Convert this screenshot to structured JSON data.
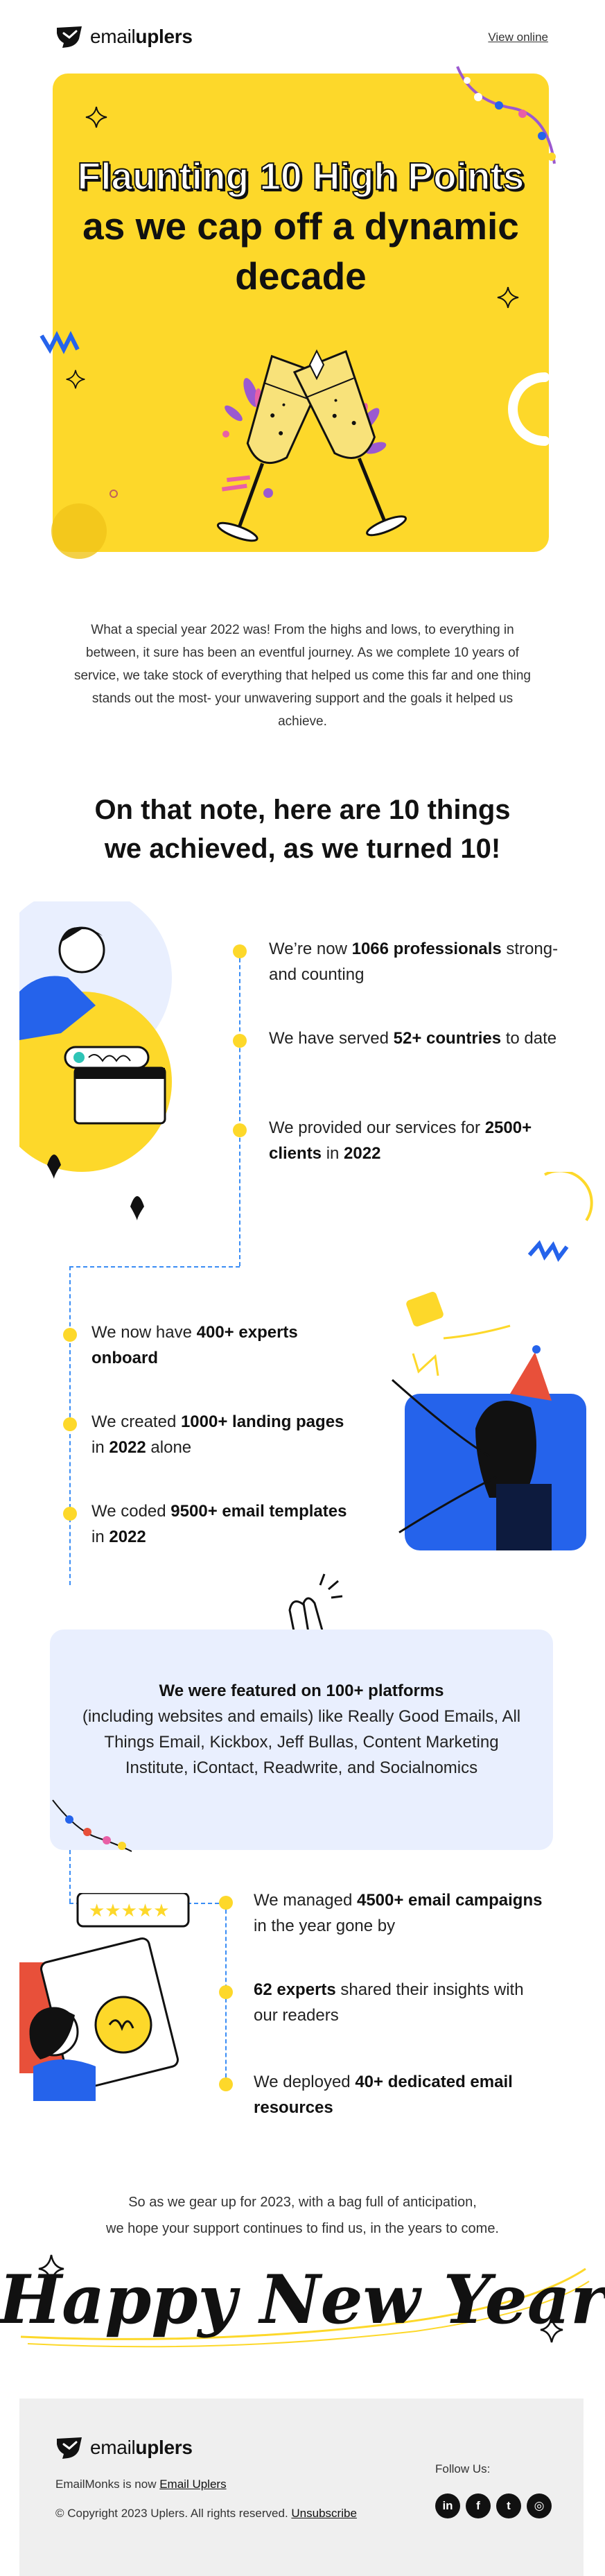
{
  "header": {
    "brand_light": "email",
    "brand_bold": "uplers",
    "view_online": "View online"
  },
  "hero": {
    "title_line1": "Flaunting 10 High Points",
    "title_line2": "as we cap off a dynamic",
    "title_line3": "decade",
    "bg_color": "#FDD82A"
  },
  "intro": "What a special year 2022 was! From the highs and lows, to everything in between, it sure has been an eventful journey. As we complete 10 years of service, we take stock of everything that helped us come this far and one thing stands out the most- your unwavering support and the goals it helped us achieve.",
  "section_title_line1": "On that note, here are 10 things",
  "section_title_line2": "we achieved, as we turned 10!",
  "achievements_group1": [
    {
      "pre": "We’re now ",
      "bold": "1066 professionals",
      "post": " strong- and counting"
    },
    {
      "pre": "We have served ",
      "bold": "52+ countries",
      "post": " to date"
    },
    {
      "pre": "We provided our services for ",
      "bold": "2500+ clients",
      "mid": " in ",
      "bold2": "2022",
      "post": ""
    }
  ],
  "achievements_group2": [
    {
      "pre": "We now have ",
      "bold": "400+ experts onboard",
      "post": ""
    },
    {
      "pre": "We created ",
      "bold": "1000+ landing pages",
      "mid": " in ",
      "bold2": "2022",
      "post": " alone"
    },
    {
      "pre": "We coded ",
      "bold": "9500+ email templates",
      "mid": " in ",
      "bold2": "2022",
      "post": ""
    }
  ],
  "feature": {
    "bold": "We were featured on 100+ platforms",
    "text": "(including websites and emails) like Really Good Emails, All Things Email, Kickbox, Jeff Bullas, Content Marketing Institute, iContact, Readwrite, and Socialnomics"
  },
  "achievements_group3": [
    {
      "pre": "We managed ",
      "bold": "4500+ email campaigns",
      "post": " in the year gone by"
    },
    {
      "pre": "",
      "bold": "62 experts",
      "post": " shared their insights with our readers"
    },
    {
      "pre": "We deployed ",
      "bold": "40+ dedicated email resources",
      "post": ""
    }
  ],
  "outro_line1": "So as we gear up for 2023, with a bag full of anticipation,",
  "outro_line2": "we hope your support continues to find us, in the years to come.",
  "happy_new_year": "Happy New Year",
  "footer": {
    "brand_light": "email",
    "brand_bold": "uplers",
    "rename_text": "EmailMonks is now ",
    "rename_link": "Email Uplers",
    "copyright": "© Copyright 2023 Uplers. All rights reserved. ",
    "unsubscribe": "Unsubscribe",
    "follow": "Follow Us:",
    "socials": [
      {
        "icon": "linkedin-icon",
        "glyph": "in"
      },
      {
        "icon": "facebook-icon",
        "glyph": "f"
      },
      {
        "icon": "twitter-icon",
        "glyph": "t"
      },
      {
        "icon": "instagram-icon",
        "glyph": "◎"
      }
    ]
  },
  "colors": {
    "accent_yellow": "#FDD82A",
    "accent_blue": "#3a8df5",
    "feature_bg": "#E9EFFE",
    "footer_bg": "#EFEFEF"
  }
}
